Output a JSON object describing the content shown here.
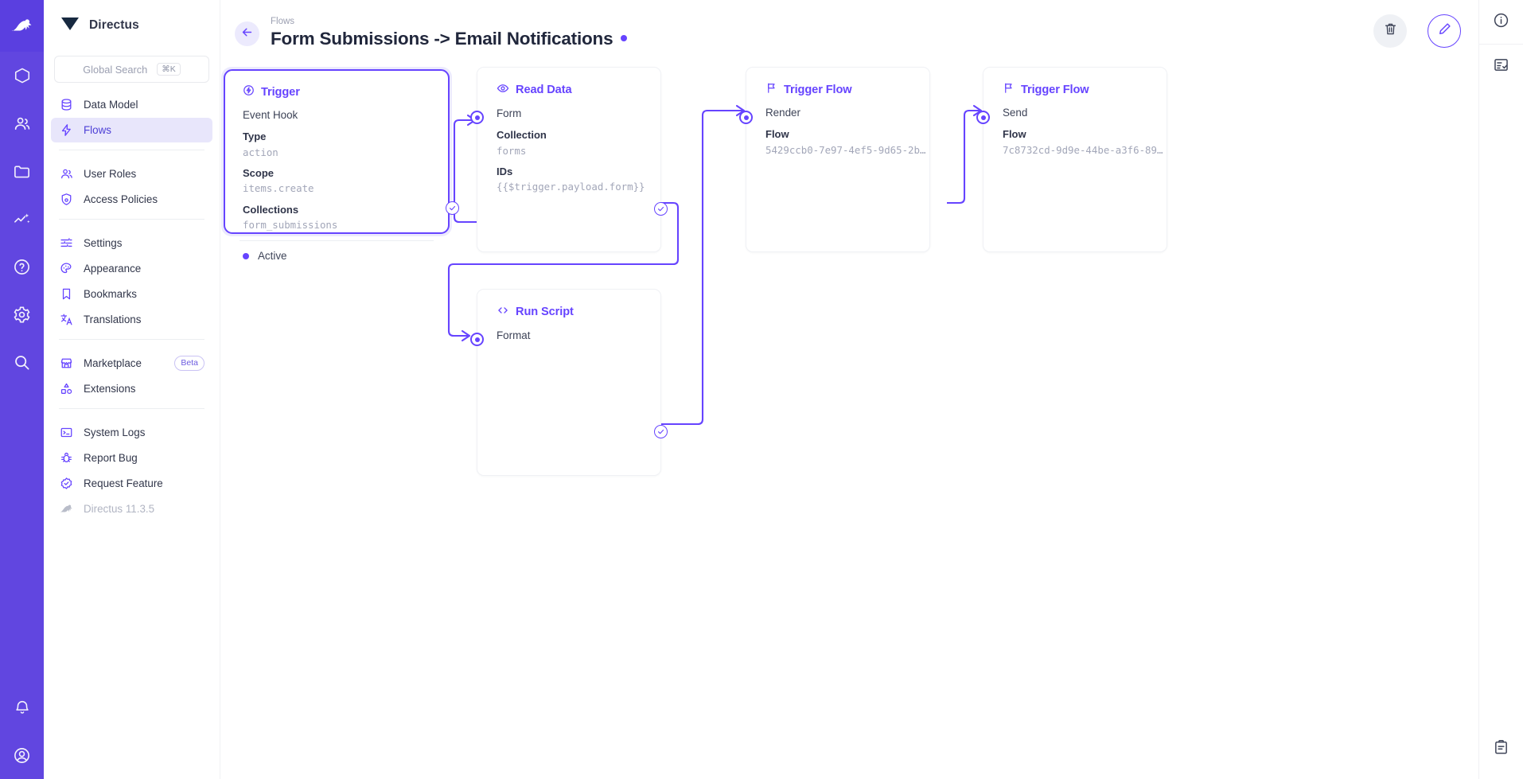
{
  "brand": {
    "name": "Directus",
    "logo_icon": "directus-rabbit-logo"
  },
  "rail": {
    "items": [
      {
        "name": "rail-logo",
        "icon": "directus-rabbit-icon"
      },
      {
        "name": "rail-content",
        "icon": "box-icon"
      },
      {
        "name": "rail-users",
        "icon": "users-icon"
      },
      {
        "name": "rail-files",
        "icon": "folder-icon"
      },
      {
        "name": "rail-insights",
        "icon": "analytics-icon"
      },
      {
        "name": "rail-help",
        "icon": "question-circle-icon"
      },
      {
        "name": "rail-settings",
        "icon": "gear-icon"
      },
      {
        "name": "rail-search",
        "icon": "search-icon"
      }
    ],
    "bottom": [
      {
        "name": "rail-notifications",
        "icon": "bell-icon"
      },
      {
        "name": "rail-account",
        "icon": "account-circle-icon"
      }
    ]
  },
  "search": {
    "placeholder": "Global Search",
    "shortcut": "⌘K"
  },
  "sidebar": {
    "groups": [
      {
        "items": [
          {
            "label": "Data Model",
            "icon": "database-icon",
            "active": false
          },
          {
            "label": "Flows",
            "icon": "bolt-icon",
            "active": true
          }
        ]
      },
      {
        "items": [
          {
            "label": "User Roles",
            "icon": "users-icon",
            "active": false
          },
          {
            "label": "Access Policies",
            "icon": "shield-lock-icon",
            "active": false
          }
        ]
      },
      {
        "items": [
          {
            "label": "Settings",
            "icon": "sliders-icon",
            "active": false
          },
          {
            "label": "Appearance",
            "icon": "palette-icon",
            "active": false
          },
          {
            "label": "Bookmarks",
            "icon": "bookmark-icon",
            "active": false
          },
          {
            "label": "Translations",
            "icon": "translate-icon",
            "active": false
          }
        ]
      },
      {
        "items": [
          {
            "label": "Marketplace",
            "icon": "storefront-icon",
            "badge": "Beta",
            "active": false
          },
          {
            "label": "Extensions",
            "icon": "extensions-icon",
            "active": false
          }
        ]
      },
      {
        "items": [
          {
            "label": "System Logs",
            "icon": "terminal-icon",
            "active": false
          },
          {
            "label": "Report Bug",
            "icon": "bug-icon",
            "active": false
          },
          {
            "label": "Request Feature",
            "icon": "check-badge-icon",
            "active": false
          },
          {
            "label": "Directus 11.3.5",
            "icon": "directus-rabbit-icon",
            "active": false,
            "dim": true
          }
        ]
      }
    ]
  },
  "header": {
    "breadcrumb": "Flows",
    "title": "Form Submissions -> Email Notifications",
    "status_dot_color": "#6644ff",
    "back_icon": "arrow-left-icon",
    "delete_icon": "trash-icon",
    "edit_icon": "pencil-icon"
  },
  "right_rail": {
    "items": [
      {
        "name": "info-sidebar-button",
        "icon": "info-circle-icon"
      },
      {
        "name": "logs-sidebar-button",
        "icon": "checklist-icon"
      },
      {
        "name": "notes-sidebar-button",
        "icon": "clipboard-icon"
      }
    ]
  },
  "flow": {
    "nodes": [
      {
        "id": "trigger",
        "kind": "trigger",
        "header": "Trigger",
        "header_icon": "trigger-circle-icon",
        "subtitle": "Event Hook",
        "fields": [
          {
            "key": "Type",
            "value": "action"
          },
          {
            "key": "Scope",
            "value": "items.create"
          },
          {
            "key": "Collections",
            "value": "form_submissions"
          }
        ],
        "status": "Active"
      },
      {
        "id": "read-data",
        "kind": "operation",
        "header": "Read Data",
        "header_icon": "eye-icon",
        "subtitle": "Form",
        "fields": [
          {
            "key": "Collection",
            "value": "forms"
          },
          {
            "key": "IDs",
            "value": "{{$trigger.payload.form}}"
          }
        ]
      },
      {
        "id": "run-script",
        "kind": "operation",
        "header": "Run Script",
        "header_icon": "code-brackets-icon",
        "subtitle": "Format",
        "fields": []
      },
      {
        "id": "trigger-flow-render",
        "kind": "operation",
        "header": "Trigger Flow",
        "header_icon": "flag-icon",
        "subtitle": "Render",
        "fields": [
          {
            "key": "Flow",
            "value": "5429ccb0-7e97-4ef5-9d65-2b…"
          }
        ]
      },
      {
        "id": "trigger-flow-send",
        "kind": "operation",
        "header": "Trigger Flow",
        "header_icon": "flag-icon",
        "subtitle": "Send",
        "fields": [
          {
            "key": "Flow",
            "value": "7c8732cd-9d9e-44be-a3f6-89…"
          }
        ]
      }
    ]
  }
}
